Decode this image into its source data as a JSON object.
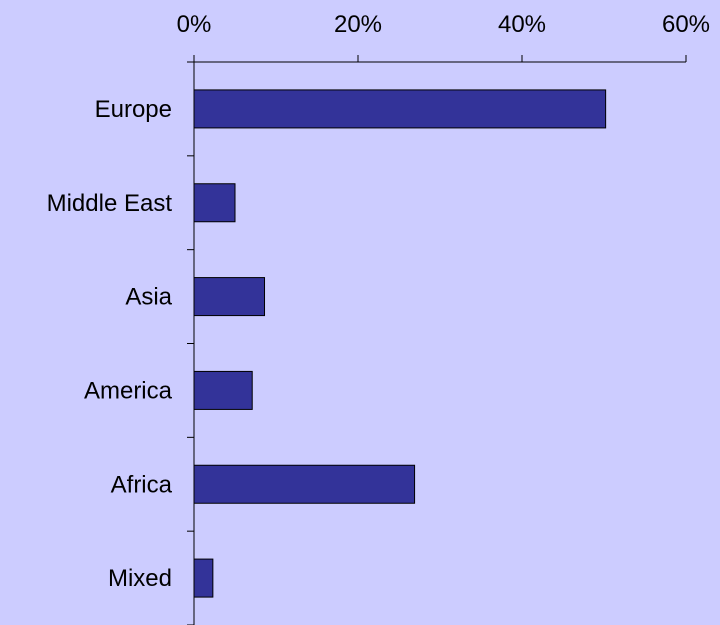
{
  "chart_data": {
    "type": "bar",
    "orientation": "horizontal",
    "categories": [
      "Europe",
      "Middle East",
      "Asia",
      "America",
      "Africa",
      "Mixed"
    ],
    "values": [
      50.2,
      5.0,
      8.6,
      7.1,
      26.9,
      2.3
    ],
    "xlim": [
      0,
      60
    ],
    "x_ticks": [
      0,
      20,
      40,
      60
    ],
    "x_tick_labels": [
      "0%",
      "20%",
      "40%",
      "60%"
    ],
    "x_axis_position": "top",
    "grid": false,
    "legend": "none",
    "title": "",
    "xlabel": "",
    "ylabel": "",
    "colors": {
      "background": "#ccccff",
      "bar_fill": "#333399",
      "bar_stroke": "#000000",
      "axis": "#000000"
    }
  }
}
